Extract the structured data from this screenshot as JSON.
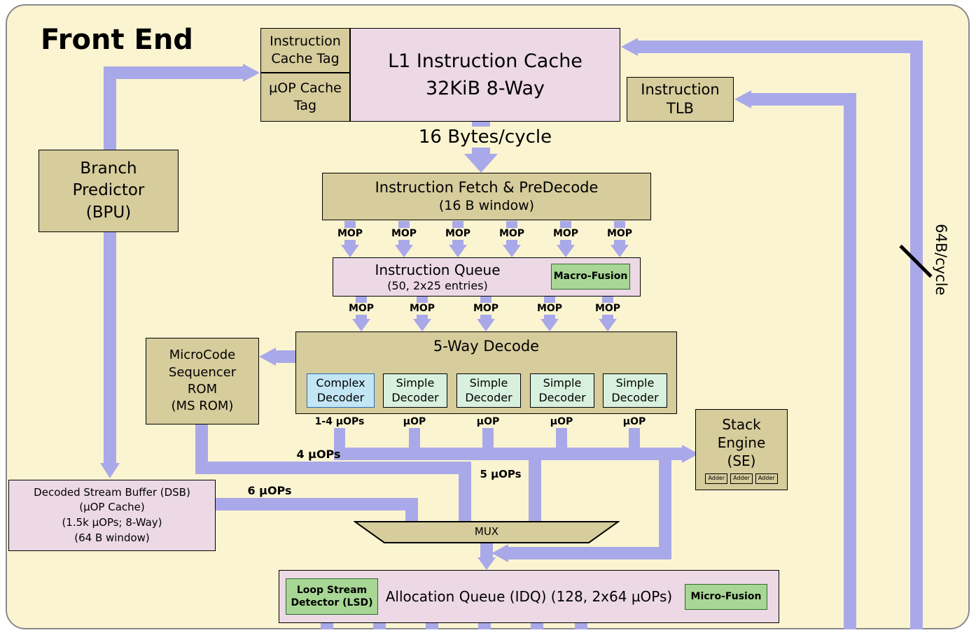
{
  "title": "Front End",
  "colors": {
    "background": "#FBF4D1",
    "box_tan": "#D6CC9C",
    "box_pink": "#ECD9E5",
    "box_green": "#A8D695",
    "box_blue": "#C3E6F5",
    "box_teal": "#D8F1DE",
    "arrow": "#A9A9E9"
  },
  "boxes": {
    "icache_tag": [
      "Instruction",
      "Cache Tag"
    ],
    "uop_cache_tag": [
      "µOP Cache",
      "Tag"
    ],
    "l1_cache": [
      "L1 Instruction Cache",
      "32KiB 8-Way"
    ],
    "itlb": [
      "Instruction",
      "TLB"
    ],
    "bpu": [
      "Branch",
      "Predictor",
      "(BPU)"
    ],
    "fetch": [
      "Instruction Fetch & PreDecode",
      "(16 B window)"
    ],
    "iq": [
      "Instruction Queue",
      "(50, 2x25 entries)"
    ],
    "macro_fusion": "Macro-Fusion",
    "decode_title": "5-Way Decode",
    "complex_decoder": [
      "Complex",
      "Decoder"
    ],
    "simple_decoder": [
      "Simple",
      "Decoder"
    ],
    "ms_rom": [
      "MicroCode",
      "Sequencer",
      "ROM",
      "(MS ROM)"
    ],
    "dsb": [
      "Decoded Stream Buffer (DSB)",
      "(µOP Cache)",
      "(1.5k µOPs; 8-Way)",
      "(64 B window)"
    ],
    "stack_engine": [
      "Stack",
      "Engine",
      "(SE)"
    ],
    "adder": "Adder",
    "mux": "MUX",
    "lsd": [
      "Loop Stream",
      "Detector (LSD)"
    ],
    "idq": "Allocation Queue (IDQ) (128, 2x64 µOPs)",
    "micro_fusion": "Micro-Fusion"
  },
  "labels": {
    "bandwidth_fetch": "16 Bytes/cycle",
    "mop": "MOP",
    "uop": "µOP",
    "uops_complex": "1-4 µOPs",
    "uops_msrom": "4 µOPs",
    "uops_decode": "5 µOPs",
    "uops_dsb": "6 µOPs",
    "bandwidth_right": "64B/cycle"
  }
}
